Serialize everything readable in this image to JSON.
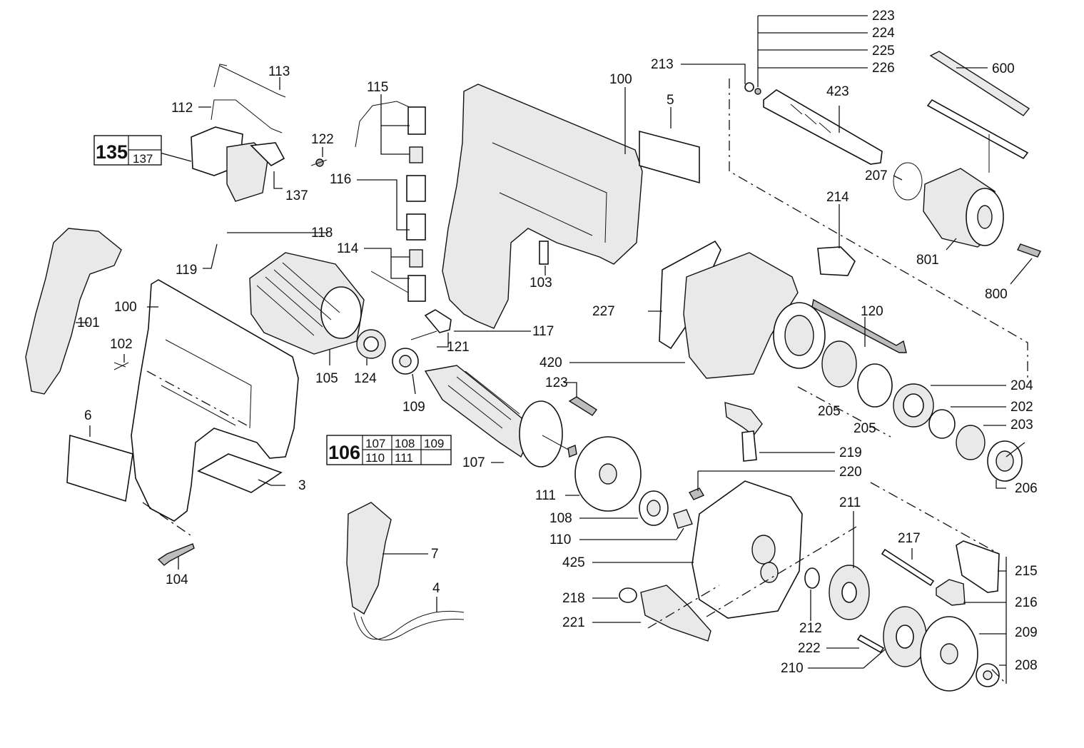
{
  "labels": {
    "l223": "223",
    "l224": "224",
    "l225": "225",
    "l226": "226",
    "l213": "213",
    "l423": "423",
    "l600": "600",
    "l100a": "100",
    "l5": "5",
    "l113": "113",
    "l112": "112",
    "l115": "115",
    "l122": "122",
    "l137": "137",
    "l116": "116",
    "l118": "118",
    "l114": "114",
    "l119": "119",
    "l103": "103",
    "l101": "101",
    "l100b": "100",
    "l102": "102",
    "l105": "105",
    "l124": "124",
    "l109a": "109",
    "l121": "121",
    "l117": "117",
    "l6": "6",
    "l3": "3",
    "l104": "104",
    "l7": "7",
    "l4": "4",
    "l123": "123",
    "l107": "107",
    "l111": "111",
    "l108": "108",
    "l110": "110",
    "l425": "425",
    "l218": "218",
    "l221": "221",
    "l212": "212",
    "l222": "222",
    "l210": "210",
    "l211": "211",
    "l217": "217",
    "l215": "215",
    "l216": "216",
    "l209": "209",
    "l208": "208",
    "l219": "219",
    "l220": "220",
    "l227": "227",
    "l420": "420",
    "l120": "120",
    "l204": "204",
    "l205a": "205",
    "l205b": "205",
    "l202": "202",
    "l203": "203",
    "l206": "206",
    "l207": "207",
    "l214": "214",
    "l801": "801",
    "l800": "800"
  },
  "kit135": {
    "main": "135",
    "sub": "137"
  },
  "kit106": {
    "main": "106",
    "row1": [
      "107",
      "108",
      "109"
    ],
    "row2": [
      "110",
      "111",
      ""
    ]
  },
  "colors": {
    "line": "#111111",
    "shade": "#bdbdbd",
    "background": "#ffffff"
  }
}
